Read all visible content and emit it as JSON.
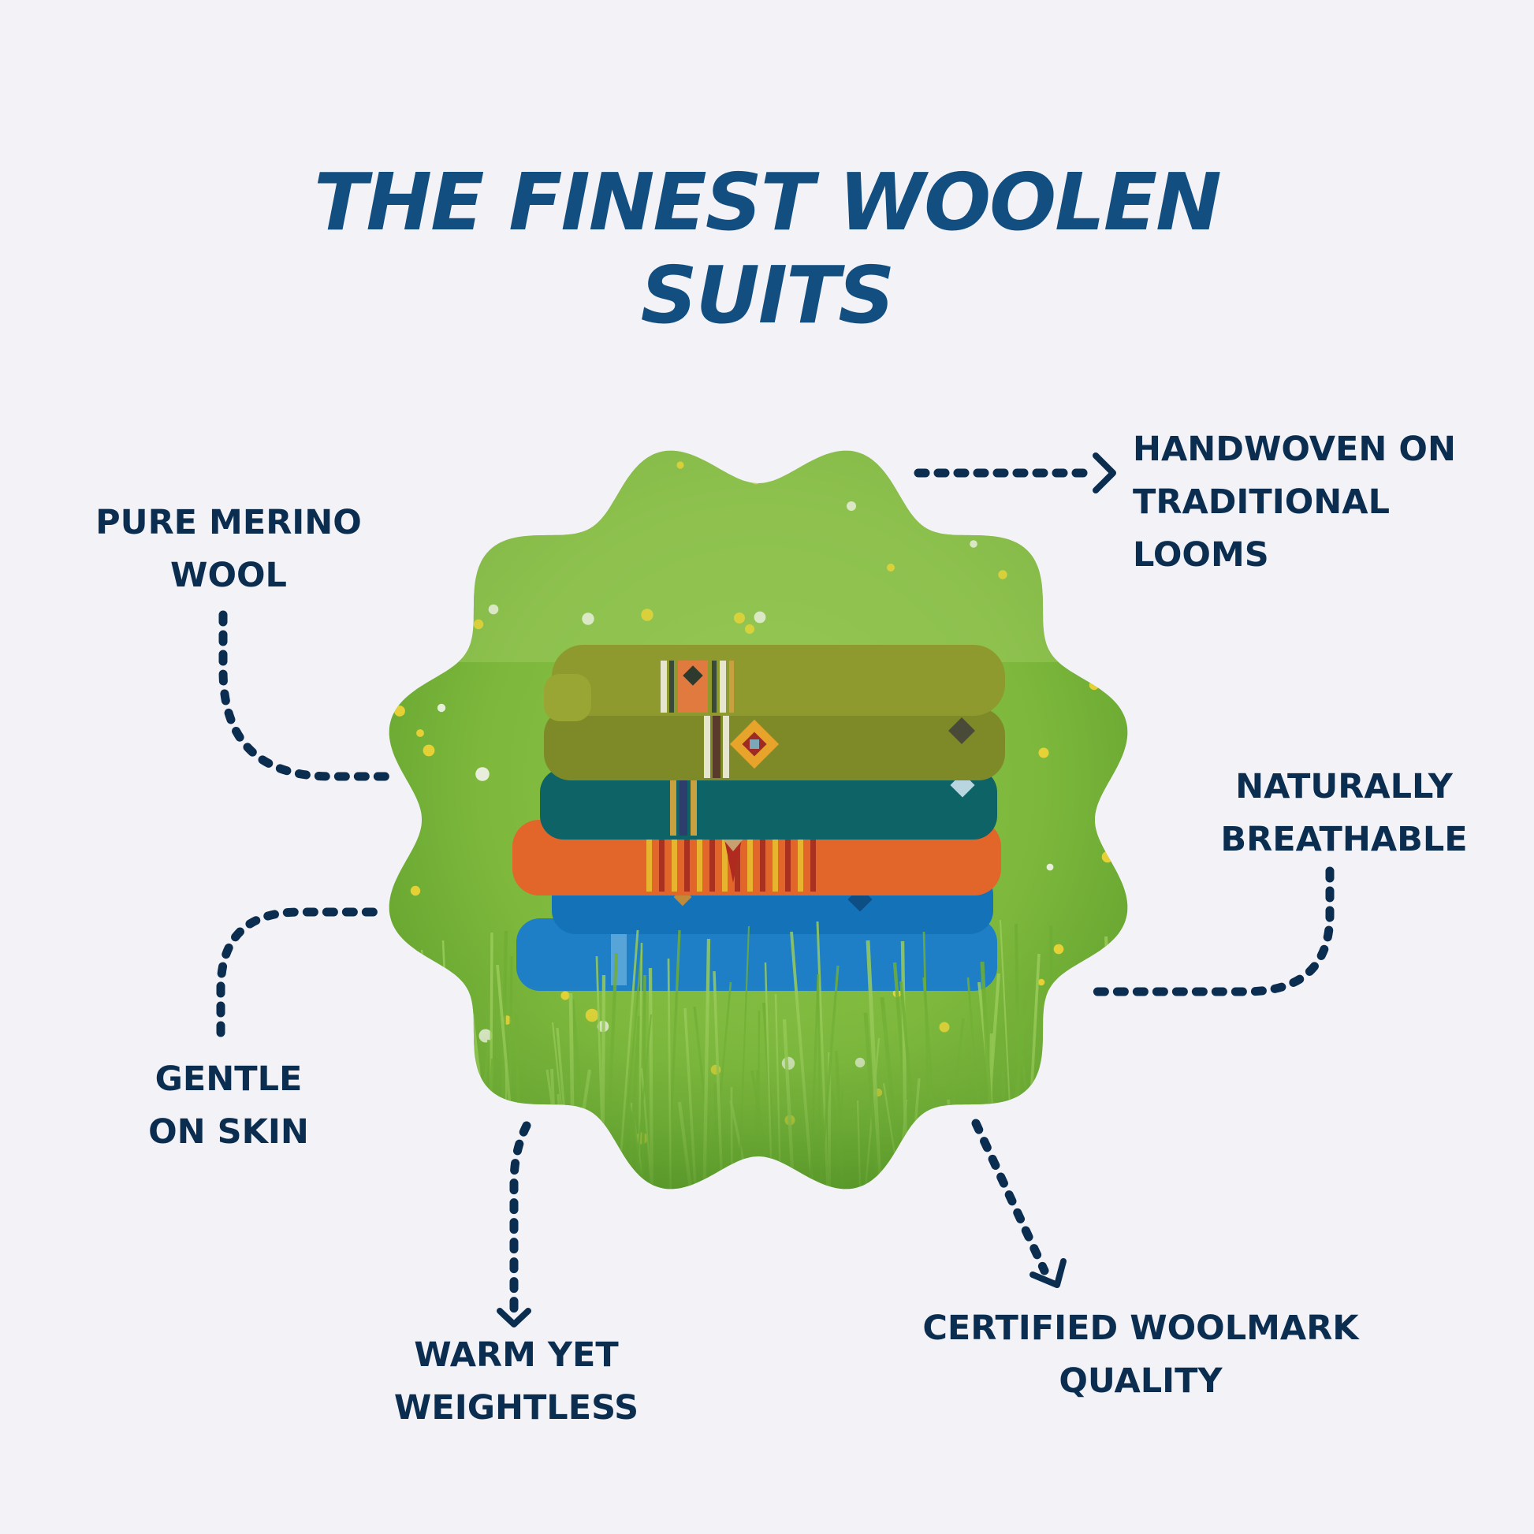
{
  "title": {
    "lines": [
      "THE FINEST WOOLEN",
      "SUITS"
    ],
    "color": "#124E80"
  },
  "background_color": "#F2F2F7",
  "label_color": "#0B2D50",
  "hero_image": {
    "description": "Stack of six folded woolen blankets (olive green, olive green, teal, orange, blue, blue) with woven tribal stripe motifs, on grass with small yellow and white wildflowers",
    "shape": "scalloped-circle",
    "blanket_colors": [
      "#8E9A2E",
      "#7E8A28",
      "#0E6366",
      "#E2662A",
      "#1473B8",
      "#1E7FC6"
    ]
  },
  "features": [
    {
      "id": "pure-merino-wool",
      "lines": [
        "PURE MERINO",
        "WOOL"
      ],
      "icon": "dashed-curve-connector"
    },
    {
      "id": "handwoven-looms",
      "lines": [
        "HANDWOVEN ON",
        "TRADITIONAL",
        "LOOMS"
      ],
      "icon": "dashed-arrow-right"
    },
    {
      "id": "naturally-breathable",
      "lines": [
        "NATURALLY",
        "BREATHABLE"
      ],
      "icon": "dashed-curve-connector"
    },
    {
      "id": "gentle-on-skin",
      "lines": [
        "GENTLE",
        "ON SKIN"
      ],
      "icon": "dashed-curve-connector"
    },
    {
      "id": "warm-yet-weightless",
      "lines": [
        "WARM YET",
        "WEIGHTLESS"
      ],
      "icon": "dashed-arrow-down"
    },
    {
      "id": "certified-woolmark",
      "lines": [
        "CERTIFIED WOOLMARK",
        "QUALITY"
      ],
      "icon": "dashed-arrow-down-right"
    }
  ]
}
